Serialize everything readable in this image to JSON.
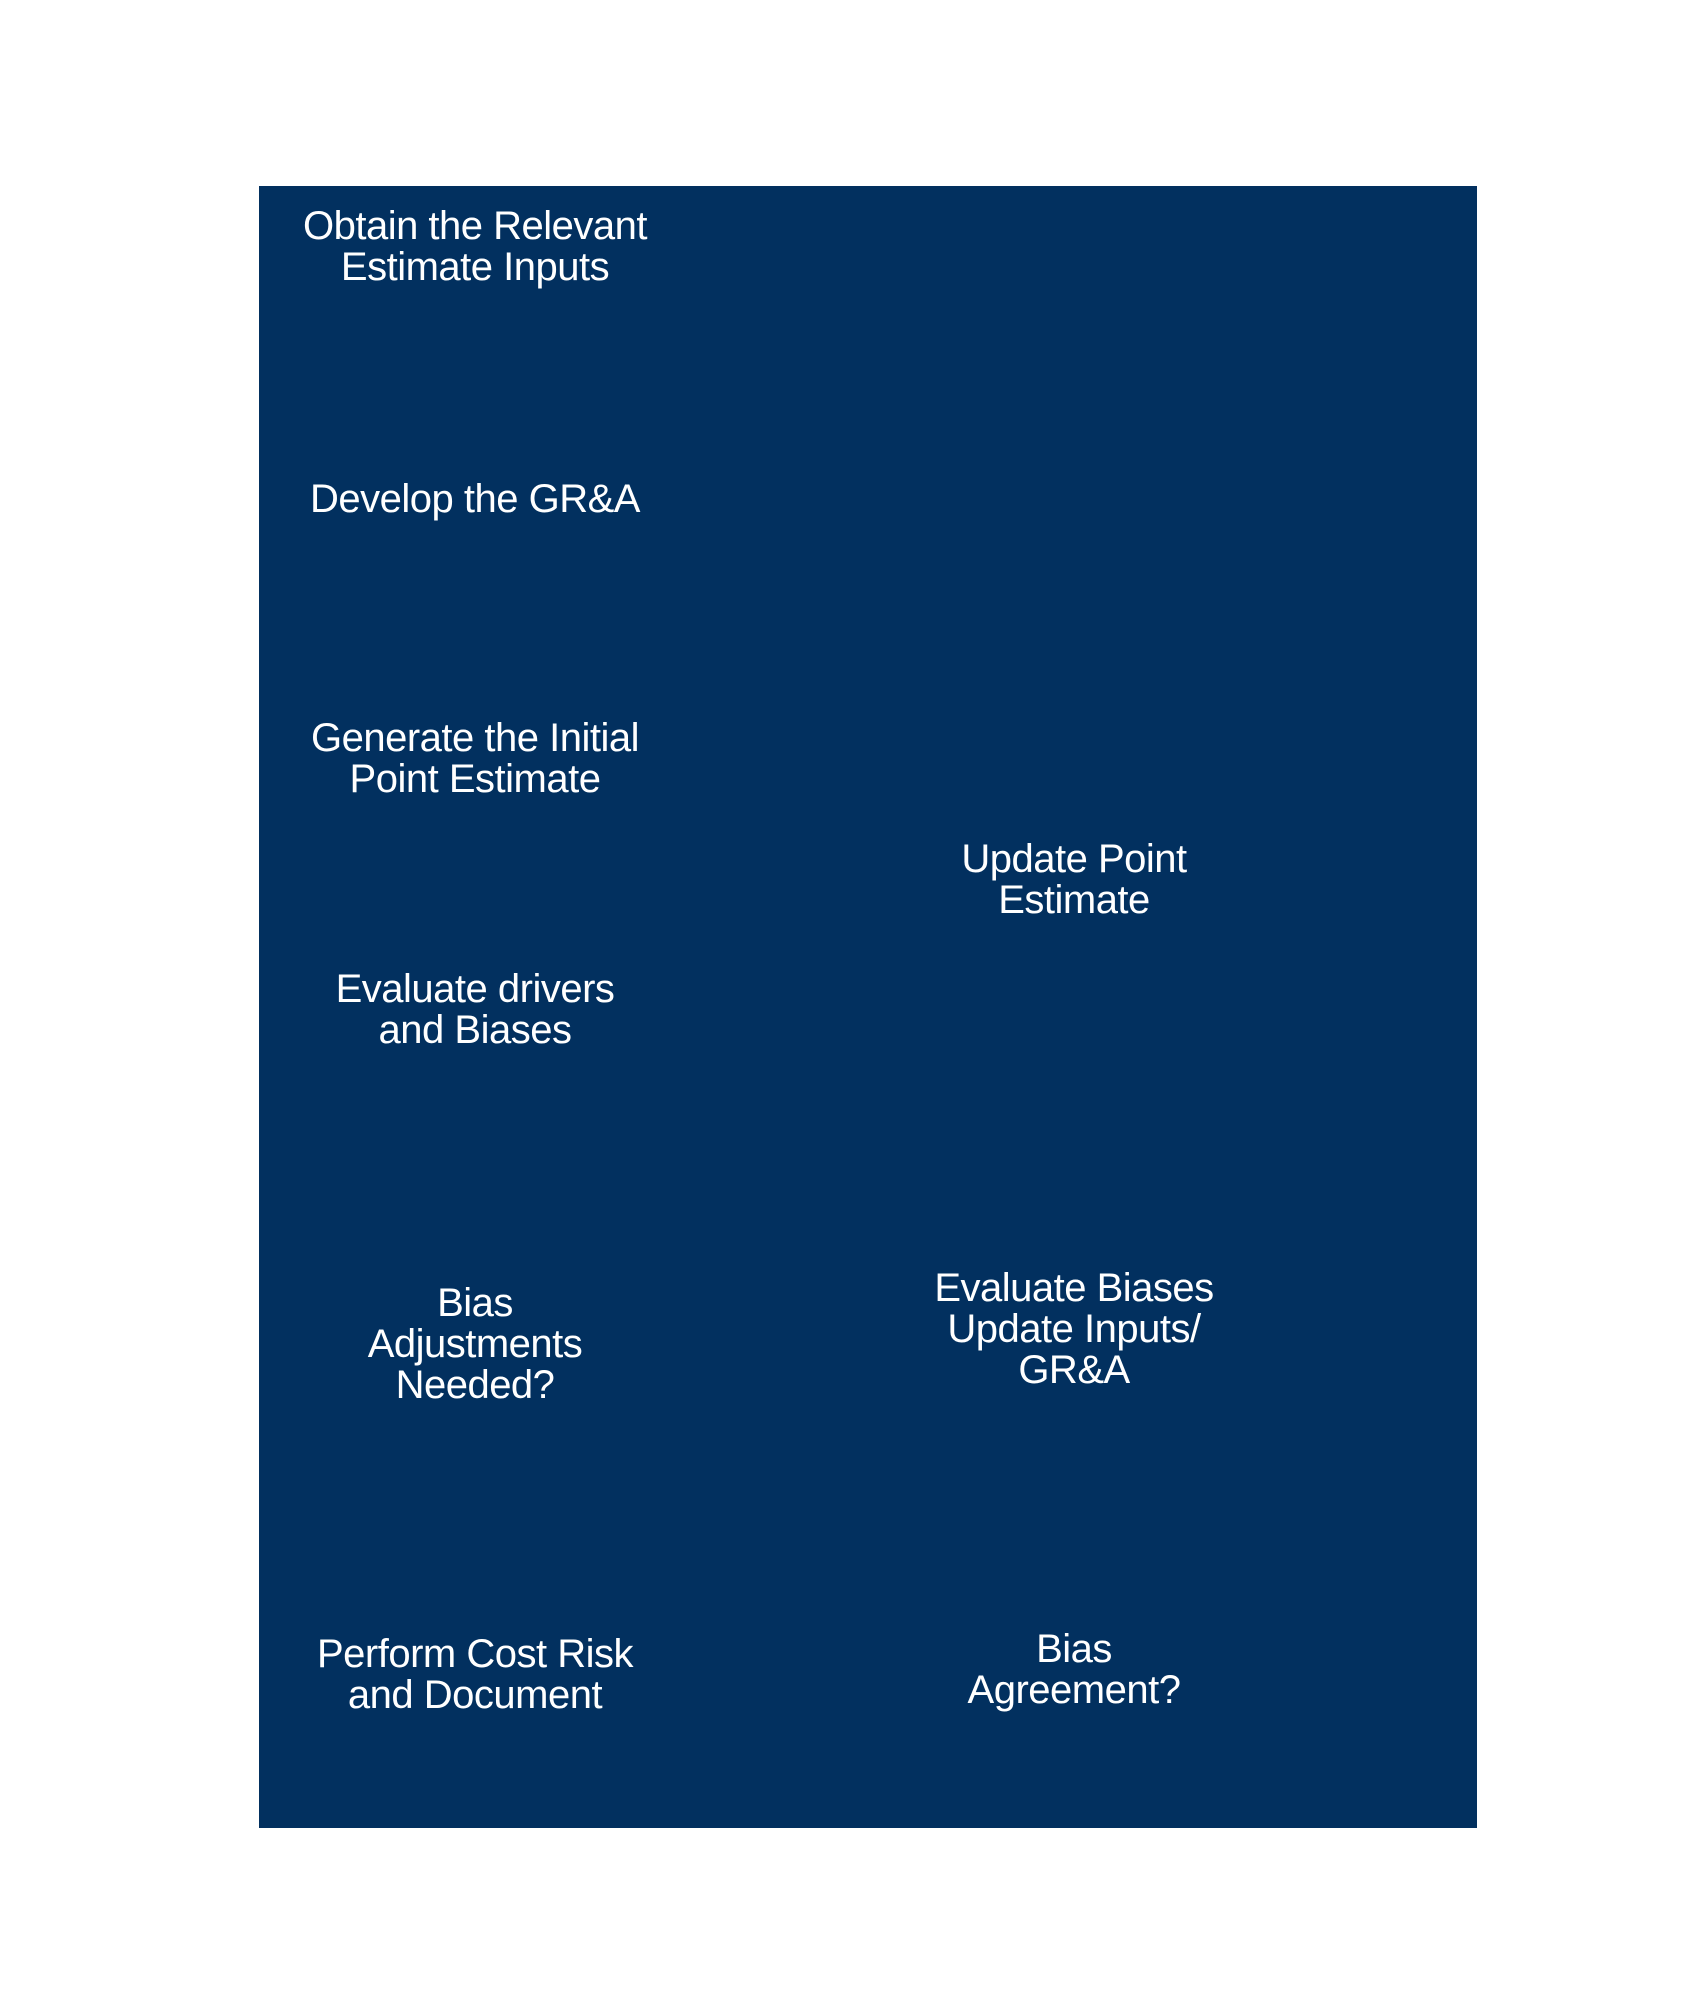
{
  "theme": {
    "page_bg": "#ffffff",
    "panel_bg": "#02305f",
    "text_color": "#ffffff"
  },
  "diagram": {
    "type": "flowchart",
    "nodes": [
      {
        "id": "obtain-estimate-inputs",
        "column": "left",
        "label": "Obtain the Relevant\nEstimate Inputs"
      },
      {
        "id": "develop-gra",
        "column": "left",
        "label": "Develop the GR&A"
      },
      {
        "id": "generate-initial-point-estimate",
        "column": "left",
        "label": "Generate the Initial\nPoint Estimate"
      },
      {
        "id": "update-point-estimate",
        "column": "right",
        "label": "Update Point\nEstimate"
      },
      {
        "id": "evaluate-drivers-and-biases",
        "column": "left",
        "label": "Evaluate drivers\nand Biases"
      },
      {
        "id": "bias-adjustments-needed",
        "column": "left",
        "label": "Bias\nAdjustments\nNeeded?"
      },
      {
        "id": "evaluate-biases-update-inputs",
        "column": "right",
        "label": "Evaluate Biases\nUpdate Inputs/\nGR&A"
      },
      {
        "id": "perform-cost-risk-and-document",
        "column": "left",
        "label": "Perform Cost Risk\nand Document"
      },
      {
        "id": "bias-agreement",
        "column": "right",
        "label": "Bias\nAgreement?"
      }
    ]
  }
}
